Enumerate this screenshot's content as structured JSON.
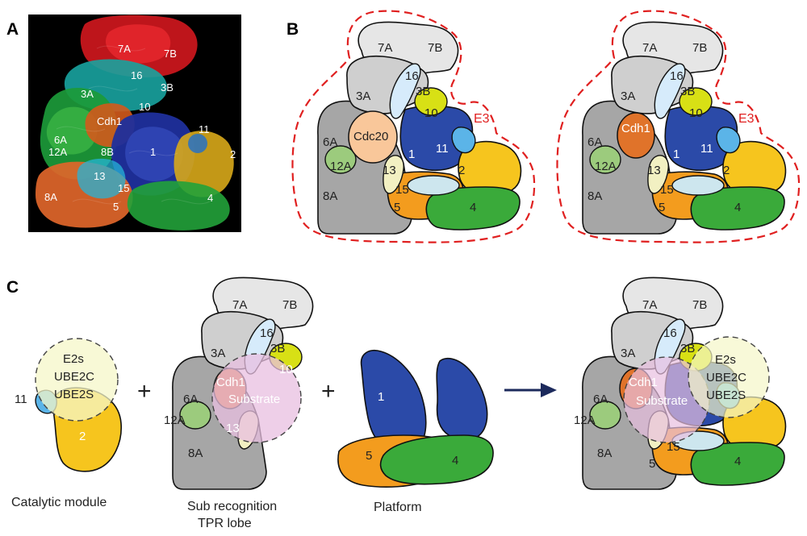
{
  "panels": {
    "a": "A",
    "b": "B",
    "c": "C"
  },
  "structure_labels": {
    "7A": "7A",
    "7B": "7B",
    "16": "16",
    "3A": "3A",
    "3B": "3B",
    "10": "10",
    "cdh1": "Cdh1",
    "11": "11",
    "6A": "6A",
    "12A": "12A",
    "8B": "8B",
    "1": "1",
    "2": "2",
    "13": "13",
    "15": "15",
    "8A": "8A",
    "5": "5",
    "4": "4"
  },
  "cartoon_labels": {
    "7A": "7A",
    "7B": "7B",
    "16": "16",
    "3A": "3A",
    "3B": "3B",
    "10": "10",
    "cdc20": "Cdc20",
    "cdh1": "Cdh1",
    "1": "1",
    "11": "11",
    "6A": "6A",
    "12A": "12A",
    "13": "13",
    "2": "2",
    "8A": "8A",
    "15": "15",
    "5": "5",
    "4": "4"
  },
  "e3_label": "E3",
  "module_labels": {
    "e2s": "E2s",
    "ube2c": "UBE2C",
    "ube2s": "UBE2S",
    "substrate": "Substrate"
  },
  "captions": {
    "catalytic": "Catalytic module",
    "sub_recognition_1": "Sub recognition",
    "sub_recognition_2": "TPR lobe",
    "platform": "Platform"
  },
  "operators": {
    "plus": "+"
  },
  "colors": {
    "subunit_7": "#e6e6e6",
    "subunit_3": "#cfcfcf",
    "subunit_6_8": "#a6a6a6",
    "subunit_16": "#d6ebfb",
    "subunit_10": "#d8e015",
    "cdc20": "#f9c79a",
    "cdh1": "#e0732a",
    "subunit_1": "#2b4aa8",
    "subunit_11": "#5bb4e8",
    "subunit_2": "#f6c51e",
    "subunit_12A": "#9ccb7d",
    "subunit_13": "#f2f0c2",
    "subunit_15": "#cde6ee",
    "subunit_5": "#f39c1e",
    "subunit_4": "#3aaa3a",
    "e3_outline": "#e02020",
    "e2s_fill": "#f5f7c8",
    "substrate_fill": "#e8bfe0",
    "arrow": "#1c2a5c"
  }
}
